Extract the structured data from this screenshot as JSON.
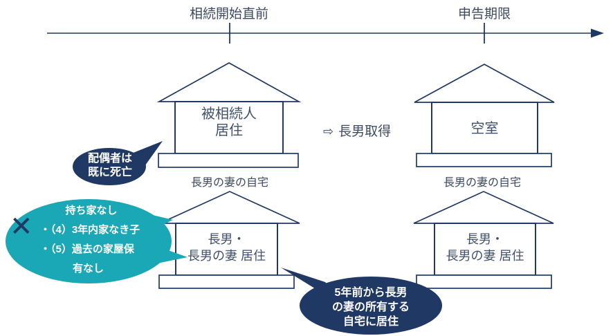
{
  "colors": {
    "navy": "#1f3864",
    "teal": "#1ba8b6",
    "outline": "#1f3864",
    "label_text": "#3d4a61",
    "bubble_text": "#ffffff"
  },
  "timeline": {
    "start_label": "相続開始直前",
    "end_label": "申告期限"
  },
  "transfer": {
    "arrow_symbol": "⇨",
    "label": "長男取得"
  },
  "houses": {
    "top_left": {
      "line1": "被相続人",
      "line2": "居住"
    },
    "top_right": {
      "line1": "空室"
    },
    "bottom_left": {
      "line1": "長男・",
      "line2": "長男の妻 居住"
    },
    "bottom_right": {
      "line1": "長男・",
      "line2": "長男の妻 居住"
    }
  },
  "captions": {
    "left": "長男の妻の自宅",
    "right": "長男の妻の自宅"
  },
  "callouts": {
    "spouse_deceased": {
      "line1": "配偶者は",
      "line2": "既に死亡"
    },
    "no_own_home": {
      "x_mark": "✕",
      "title": "持ち家なし",
      "item1": "・（4）3年内家なき子",
      "item2": "・（5）過去の家屋保",
      "item2_cont": "有なし"
    },
    "wife_owned_home": {
      "line1": "5年前から長男",
      "line2": "の妻の所有する",
      "line3": "自宅に居住"
    }
  }
}
